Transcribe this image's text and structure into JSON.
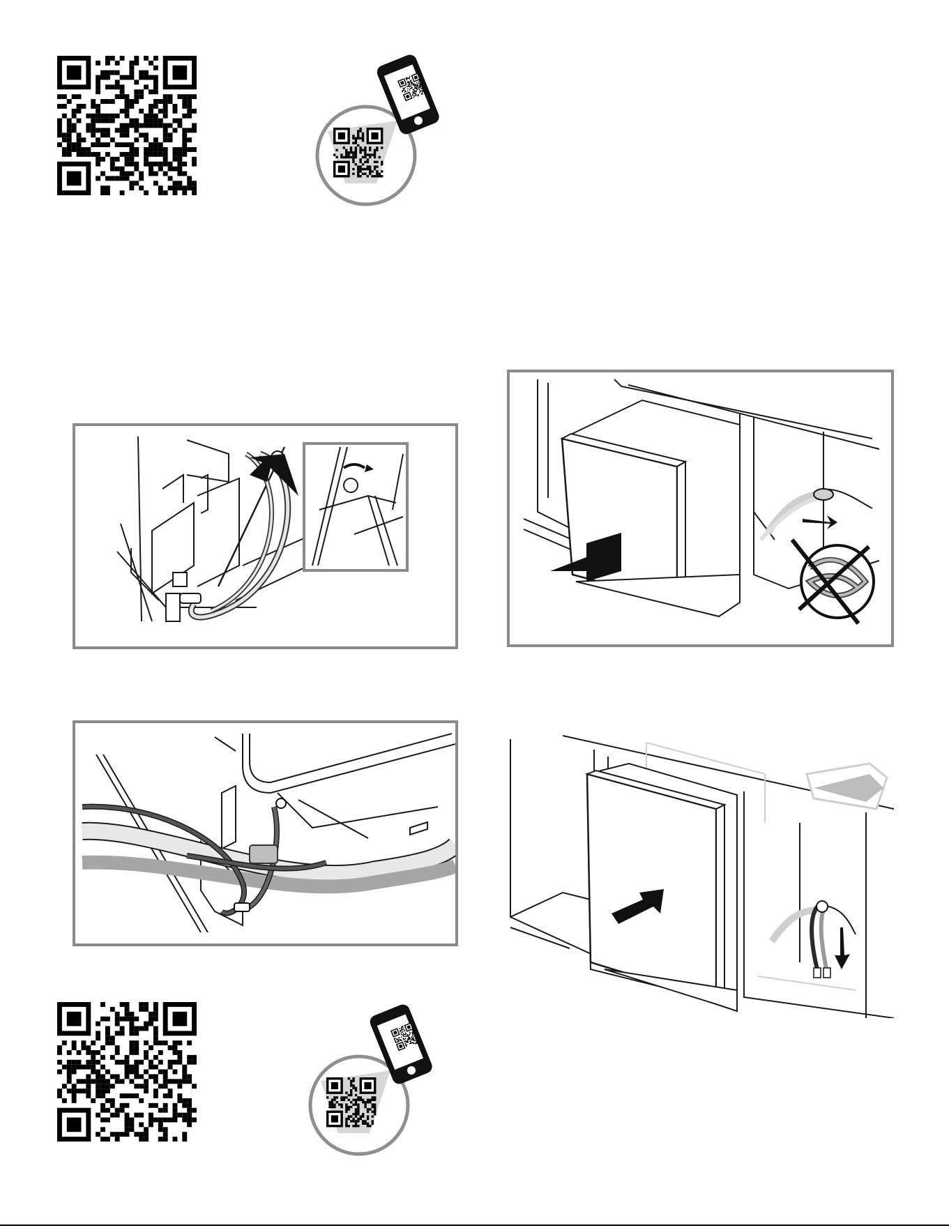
{
  "page": {
    "footer_text": ""
  },
  "qr_codes": [
    {
      "icon": "qr-code-icon",
      "position_hint": "top"
    },
    {
      "icon": "qr-code-icon",
      "position_hint": "bottom"
    }
  ],
  "scan_icons": [
    {
      "icon": "phone-scan-qr-icon"
    },
    {
      "icon": "phone-scan-qr-icon"
    }
  ],
  "figures": [
    {
      "icon": "hose-clip-attach-illustration"
    },
    {
      "icon": "hoses-routed-under-dishwasher-illustration"
    },
    {
      "icon": "push-dishwasher-into-cabinet-no-kink-illustration"
    },
    {
      "icon": "push-dishwasher-into-cabinet-pull-hoses-illustration"
    }
  ],
  "colors": {
    "panel_border": "#8a8a8a",
    "line": "#1a1a1a",
    "hose_dark": "#3c3c3c",
    "hose_light": "#bdbdbd",
    "hose_mid": "#a6a6a6",
    "ghost": "#cfcfcf"
  }
}
